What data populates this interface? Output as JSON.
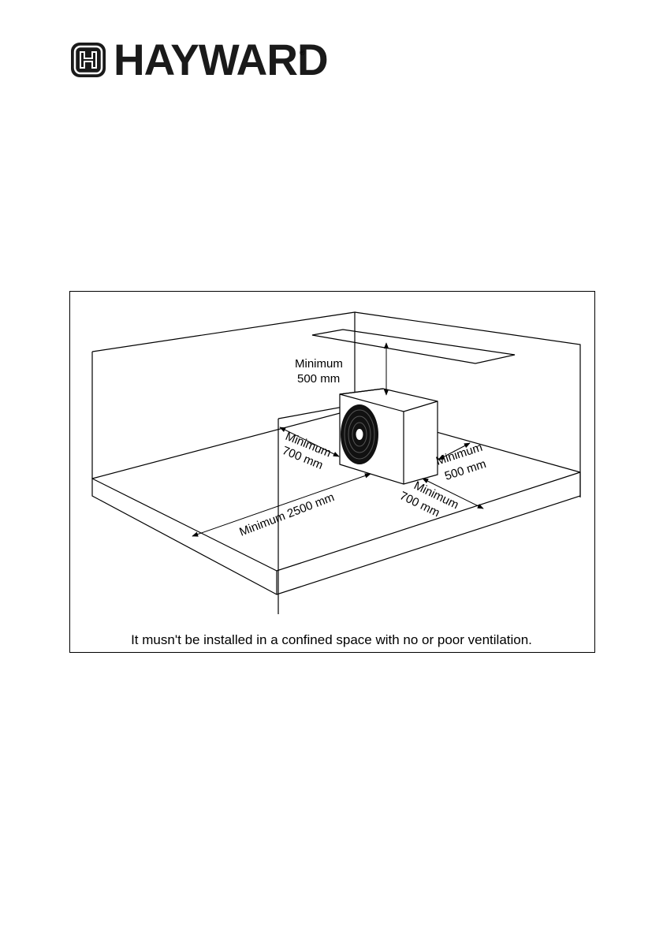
{
  "brand": {
    "name": "HAYWARD",
    "registered_mark": "®",
    "logo_icon": "hayward-h-logo-icon"
  },
  "diagram": {
    "labels": {
      "top_clearance_line1": "Minimum",
      "top_clearance_line2": "500 mm",
      "front_left_line1": "Minimum",
      "front_left_line2": "700 mm",
      "right_line1": "Minimum",
      "right_line2": "500 mm",
      "front_right_line1": "Minimum",
      "front_right_line2": "700 mm",
      "front_distance": "Minimum 2500 mm"
    },
    "caption": "It musn't be installed in a confined space with no or poor ventilation."
  }
}
